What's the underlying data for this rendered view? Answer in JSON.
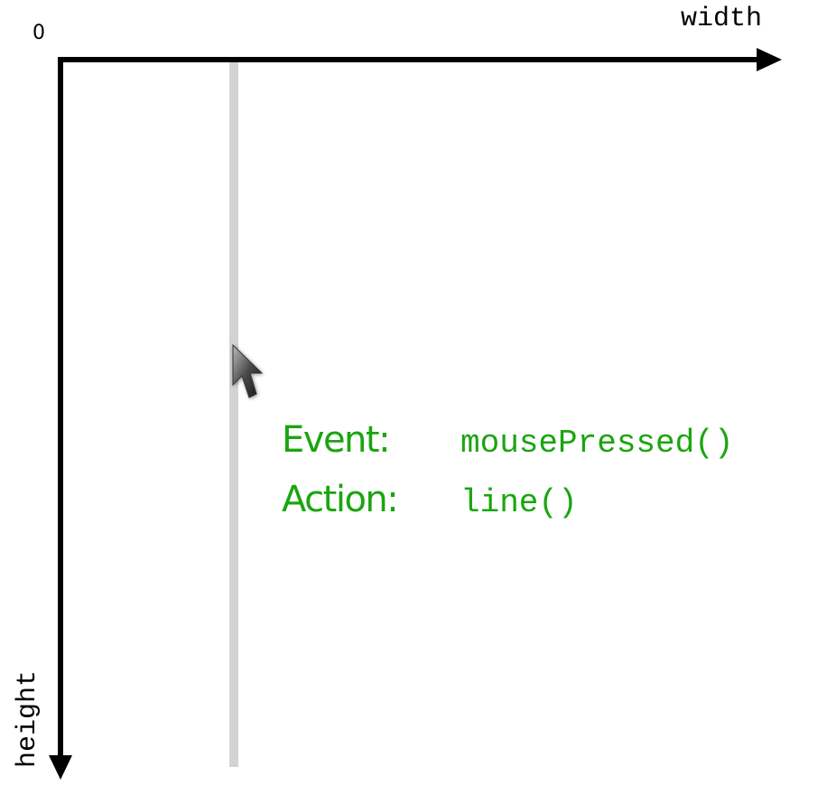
{
  "axes": {
    "origin_label": "0",
    "x_label": "width",
    "y_label": "height"
  },
  "caption": {
    "rows": [
      {
        "key": "Event:",
        "value": "mousePressed()"
      },
      {
        "key": "Action:",
        "value": "line()"
      }
    ]
  },
  "colors": {
    "axis": "#000000",
    "drawn_line": "#d3d3d3",
    "caption_text": "#1aa50f"
  },
  "icons": {
    "pointer": "mouse-pointer-icon"
  }
}
